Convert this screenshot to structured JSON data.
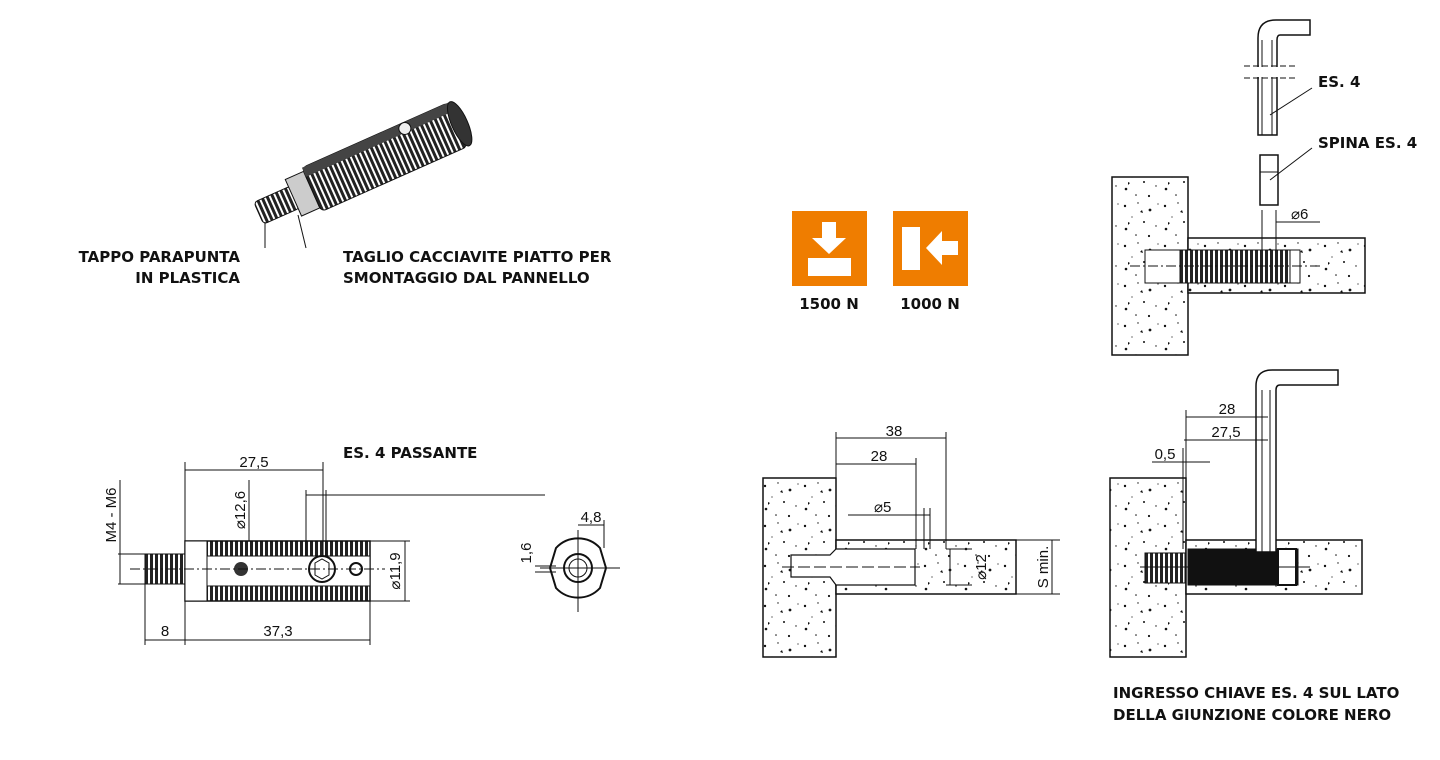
{
  "colors": {
    "accent": "#EF7D00",
    "line": "#111111"
  },
  "product_view": {
    "label_cap": [
      "TAPPO PARAPUNTA",
      "IN PLASTICA"
    ],
    "label_slot": [
      "TAGLIO CACCIAVITE PIATTO PER",
      "SMONTAGGIO DAL PANNELLO"
    ]
  },
  "side_view": {
    "title": "ES. 4 PASSANTE",
    "dim_27_5": "27,5",
    "dim_d12_6": "⌀12,6",
    "dim_thread": "M4 - M6",
    "dim_d11_9": "⌀11,9",
    "dim_8": "8",
    "dim_37_3": "37,3",
    "dim_4_8": "4,8",
    "dim_1_6": "1,6"
  },
  "loads": [
    {
      "icon": "pull-out-arrow-icon",
      "value": "1500 N"
    },
    {
      "icon": "shear-arrow-icon",
      "value": "1000 N"
    }
  ],
  "assembly_top": {
    "key_label": "ES. 4",
    "pin_label": "SPINA ES. 4",
    "dim_d6": "⌀6"
  },
  "drilling": {
    "dim_38": "38",
    "dim_28": "28",
    "dim_d5": "⌀5",
    "dim_d12": "⌀12",
    "dim_smin": "S min."
  },
  "assembly_bottom": {
    "dim_28": "28",
    "dim_27_5": "27,5",
    "dim_0_5": "0,5",
    "caption": [
      "INGRESSO CHIAVE ES. 4 SUL LATO",
      "DELLA GIUNZIONE COLORE NERO"
    ]
  }
}
